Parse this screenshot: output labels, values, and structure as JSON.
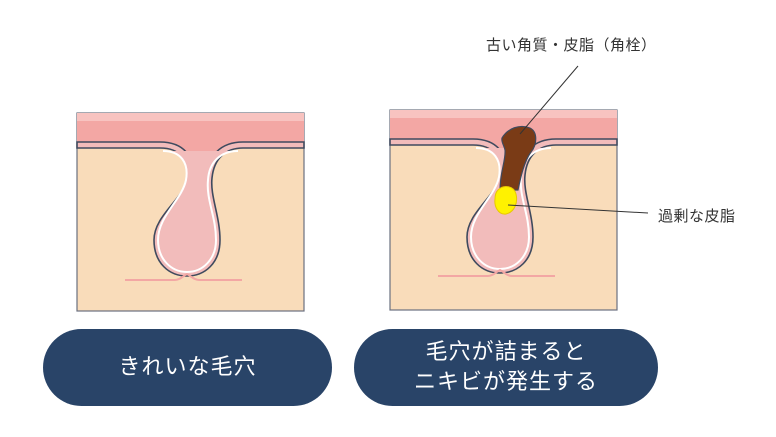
{
  "panels": {
    "clean": {
      "caption": "きれいな毛穴"
    },
    "clogged": {
      "caption_line1": "毛穴が詰まると",
      "caption_line2": "ニキビが発生する"
    }
  },
  "annotations": {
    "old_keratin": "古い角質・皮脂（角栓）",
    "excess_sebum": "過剰な皮脂"
  },
  "colors": {
    "skin_base": "#f9dcba",
    "skin_surface": "#f3a7a4",
    "pore_inner": "#f2bcbb",
    "outline": "#3f4a5e",
    "keratin_plug": "#7a3b16",
    "sebum": "#fff200",
    "caption_bg": "#294468",
    "caption_text": "#ffffff"
  }
}
